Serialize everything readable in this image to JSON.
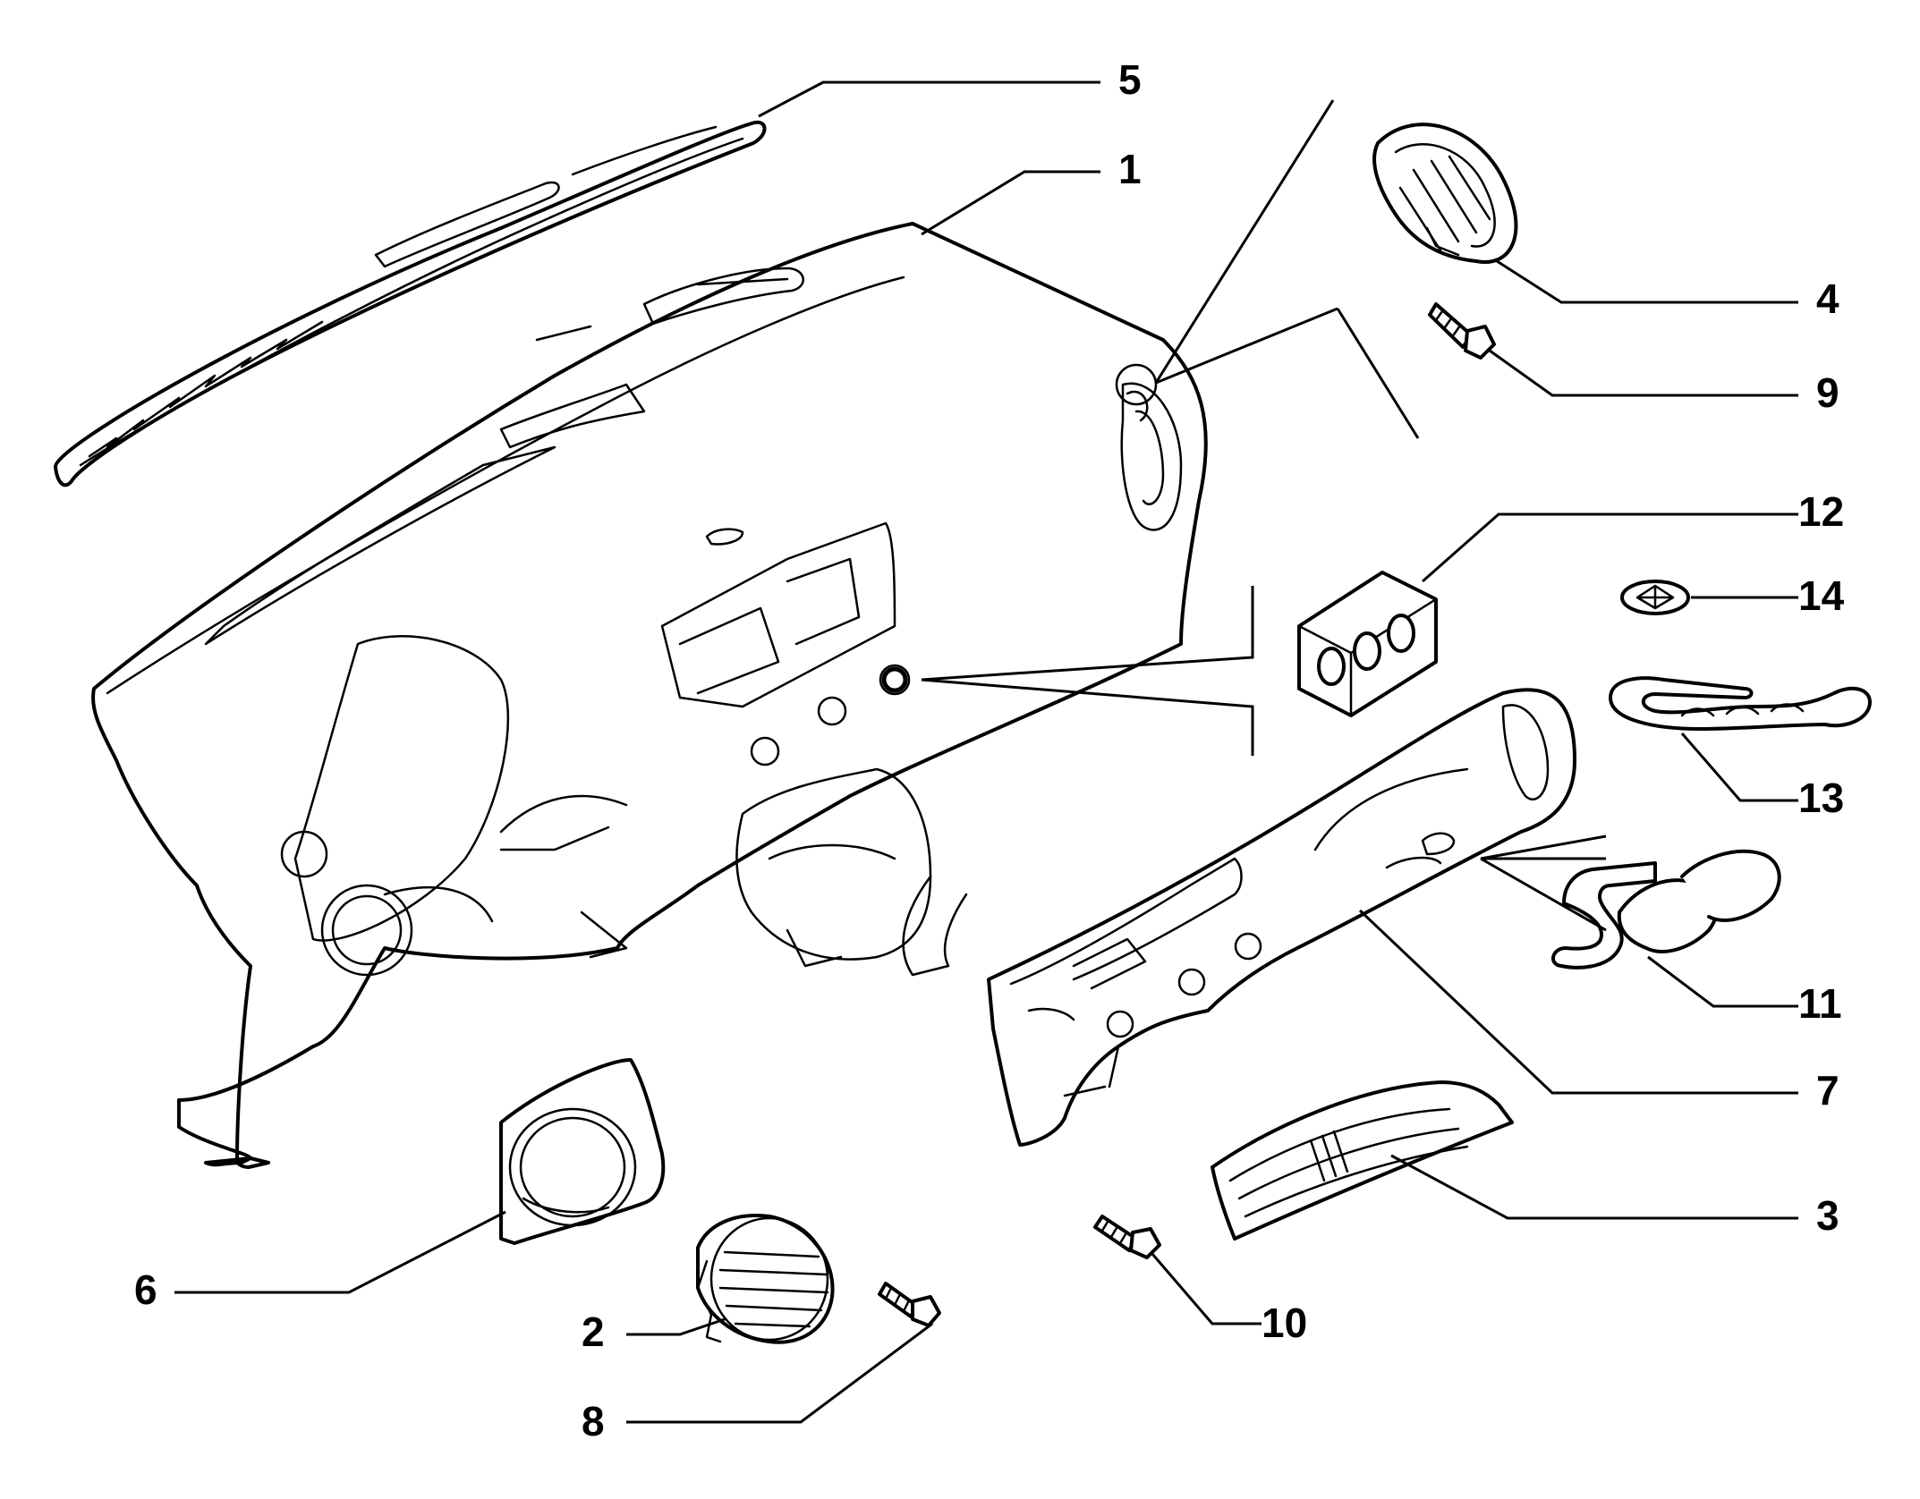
{
  "callouts": [
    {
      "id": "1",
      "label": "1"
    },
    {
      "id": "2",
      "label": "2"
    },
    {
      "id": "3",
      "label": "3"
    },
    {
      "id": "4",
      "label": "4"
    },
    {
      "id": "5",
      "label": "5"
    },
    {
      "id": "6",
      "label": "6"
    },
    {
      "id": "7",
      "label": "7"
    },
    {
      "id": "8",
      "label": "8"
    },
    {
      "id": "9",
      "label": "9"
    },
    {
      "id": "10",
      "label": "10"
    },
    {
      "id": "11",
      "label": "11"
    },
    {
      "id": "12",
      "label": "12"
    },
    {
      "id": "13",
      "label": "13"
    },
    {
      "id": "14",
      "label": "14"
    }
  ],
  "colors": {
    "ink": "#000000",
    "paper": "#ffffff"
  }
}
